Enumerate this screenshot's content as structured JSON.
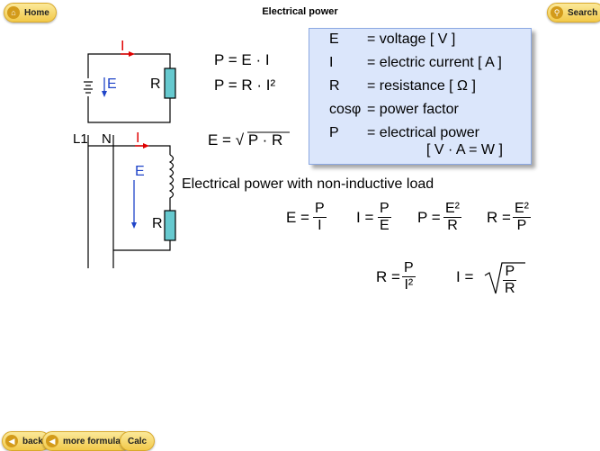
{
  "header": {
    "title": "Electrical power",
    "home_label": "Home",
    "search_label": "Search"
  },
  "footer": {
    "back_label": "back",
    "more_label": "more formulas",
    "calc_label": "Calc"
  },
  "legend": [
    {
      "sym": "E",
      "def": "= voltage [ V ]"
    },
    {
      "sym": "I",
      "def": "= electric current [ A ]"
    },
    {
      "sym": "R",
      "def": "= resistance [ Ω ]"
    },
    {
      "sym": "cosφ",
      "def": "= power factor"
    },
    {
      "sym": "P",
      "def": "= electrical power"
    }
  ],
  "legend_unit": "[ V · A = W ]",
  "formulas": {
    "p_ei": "P = E · I",
    "p_ri2": "P = R · I²",
    "e_prefix": "E =",
    "e_radical": "√",
    "e_radicand": "P · R",
    "caption": "Electrical power with non-inductive load",
    "eq1_lhs": "E =",
    "eq1_num": "P",
    "eq1_den": "I",
    "eq2_lhs": "I =",
    "eq2_num": "P",
    "eq2_den": "E",
    "eq3_lhs": "P =",
    "eq3_num": "E²",
    "eq3_den": "R",
    "eq4_lhs": "R =",
    "eq4_num": "E²",
    "eq4_den": "P",
    "eq5_lhs": "R =",
    "eq5_num": "P",
    "eq5_den": "I²",
    "eq6_lhs": "I =",
    "eq6_num": "P",
    "eq6_den": "R"
  },
  "circuit": {
    "label_I": "I",
    "label_E": "E",
    "label_R": "R",
    "label_L1": "L1",
    "label_N": "N",
    "colors": {
      "wire": "#000000",
      "current": "#e00000",
      "voltage": "#1f44c8",
      "resistor": "#66c9cf"
    }
  },
  "colors": {
    "accent": "#f2c94a",
    "legend_bg": "#dbe6fb",
    "legend_border": "#8ba8e2"
  }
}
